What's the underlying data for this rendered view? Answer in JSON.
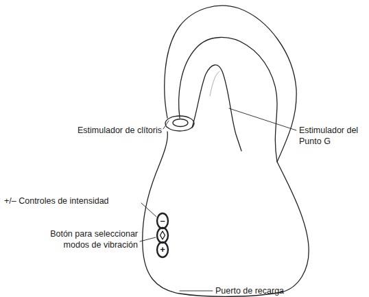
{
  "diagram": {
    "labels": [
      "Estimulador de clítoris",
      "Estimulador del Punto G",
      "+/– Controles de intensidad",
      "Botón para seleccionar modos de vibración",
      "Puerto de recarga",
      "–",
      "+"
    ]
  }
}
